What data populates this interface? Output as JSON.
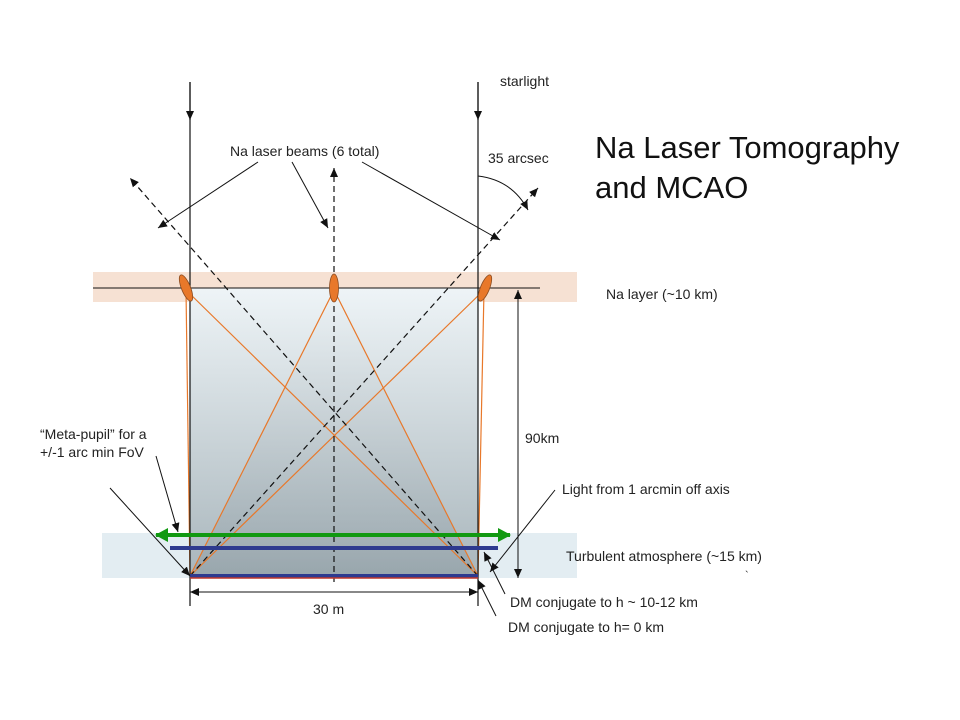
{
  "title": {
    "line1": "Na Laser Tomography",
    "line2": "and MCAO"
  },
  "labels": {
    "starlight": "starlight",
    "na_laser_beams": "Na laser beams (6 total)",
    "arcsec": "35 arcsec",
    "na_layer": "Na layer (~10 km)",
    "meta_pupil_line1": "“Meta-pupil” for a",
    "meta_pupil_line2": "+/-1 arc min FoV",
    "height": "90km",
    "light_off_axis": "Light from 1 arcmin off axis",
    "turbulent": "Turbulent atmosphere (~15 km)",
    "dm_high": "DM conjugate to h ~ 10-12 km",
    "dm_ground": "DM conjugate to h= 0 km",
    "aperture": "30 m",
    "tick_mark": "`"
  },
  "colors": {
    "na_band": "#f6e1d3",
    "turb_band": "#e3edf2",
    "laser_orange": "#e8782a",
    "green_arrow": "#119911",
    "dm_blue": "#2e3a8f",
    "dm_red": "#c0392b",
    "cone_light": "#e9f1f5",
    "cone_dark": "#a3b1b8"
  }
}
